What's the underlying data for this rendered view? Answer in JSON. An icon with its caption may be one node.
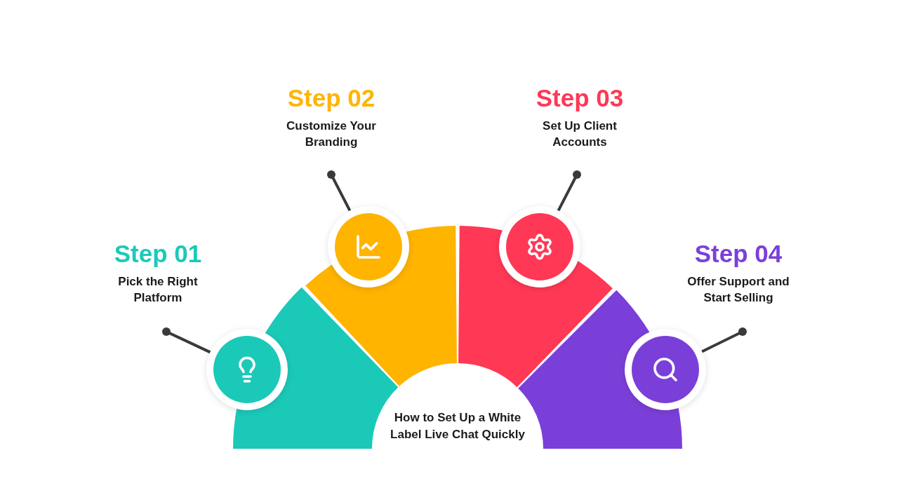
{
  "diagram": {
    "nodes": [
      {
        "text": [
          "Step 01",
          "Pick the Right Platform"
        ]
      },
      {
        "text": [],
        "shape": "circle"
      },
      {
        "text": [
          "Step 02",
          "Customize Your Branding"
        ]
      },
      {
        "text": [],
        "shape": "circle"
      },
      {
        "text": [
          "Step 03",
          "Set Up Client Accounts"
        ]
      },
      {
        "text": [],
        "shape": "circle"
      },
      {
        "text": [
          "Step 04",
          "Offer Support and Start Selling"
        ]
      },
      {
        "text": [],
        "shape": "circle"
      }
    ],
    "edges": [
      {
        "from": 0,
        "to": 1,
        "arrow": "other"
      },
      {
        "from": 2,
        "to": 3,
        "arrow": "other"
      },
      {
        "from": 4,
        "to": 5,
        "arrow": "other"
      },
      {
        "from": 6,
        "to": 7,
        "arrow": "other"
      }
    ],
    "labels": [
      "How to Set Up a White Label Live Chat Quickly"
    ]
  }
}
